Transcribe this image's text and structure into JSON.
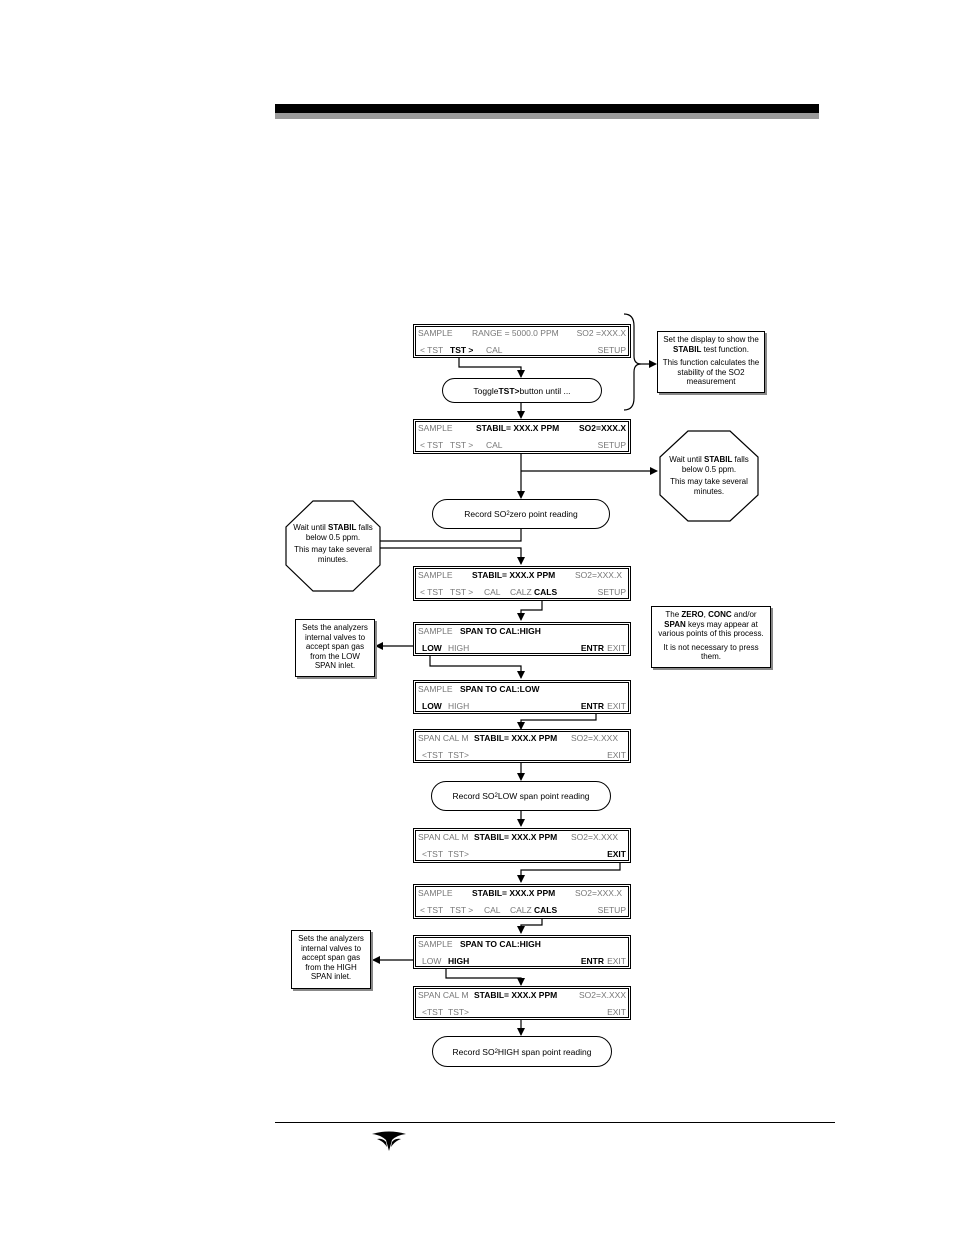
{
  "screens": {
    "s1": {
      "l1a": "SAMPLE",
      "l1b": "RANGE = 5000.0 PPM",
      "l1c": "SO2 =XXX.X",
      "l2a": "< TST",
      "l2b": "TST >",
      "l2c": "CAL",
      "l2d": "SETUP"
    },
    "s2": {
      "l1a": "SAMPLE",
      "l1b": "STABIL= XXX.X PPM",
      "l1c": "SO2=XXX.X",
      "l2a": "< TST",
      "l2b": "TST >",
      "l2c": "CAL",
      "l2d": "SETUP"
    },
    "s3": {
      "l1a": "SAMPLE",
      "l1b": "STABIL= XXX.X PPM",
      "l1c": "SO2=XXX.X",
      "l2a": "< TST",
      "l2b": "TST >",
      "l2c": "CAL",
      "l2d": "CALZ",
      "l2e": "CALS",
      "l2f": "SETUP"
    },
    "s4": {
      "l1a": "SAMPLE",
      "l1b": "SPAN  TO CAL:HIGH",
      "l2a": "LOW",
      "l2b": "HIGH",
      "l2c": "ENTR",
      "l2d": "EXIT"
    },
    "s5": {
      "l1a": "SAMPLE",
      "l1b": "SPAN  TO CAL:LOW",
      "l2a": "LOW",
      "l2b": "HIGH",
      "l2c": "ENTR",
      "l2d": "EXIT"
    },
    "s6": {
      "l1a": "SPAN CAL M",
      "l1b": "STABIL= XXX.X PPM",
      "l1c": "SO2=X.XXX",
      "l2a": "<TST",
      "l2b": "TST>",
      "l2c": "EXIT"
    },
    "s7": {
      "l1a": "SPAN CAL M",
      "l1b": "STABIL= XXX.X PPM",
      "l1c": "SO2=X.XXX",
      "l2a": "<TST",
      "l2b": "TST>",
      "l2c": "EXIT"
    },
    "s8": {
      "l1a": "SAMPLE",
      "l1b": "STABIL= XXX.X PPM",
      "l1c": "SO2=XXX.X",
      "l2a": "< TST",
      "l2b": "TST >",
      "l2c": "CAL",
      "l2d": "CALZ",
      "l2e": "CALS",
      "l2f": "SETUP"
    },
    "s9": {
      "l1a": "SAMPLE",
      "l1b": "SPAN  TO CAL:HIGH",
      "l2a": "LOW",
      "l2b": "HIGH",
      "l2c": "ENTR",
      "l2d": "EXIT"
    },
    "s10": {
      "l1a": "SPAN CAL M",
      "l1b": "STABIL= XXX.X PPM",
      "l1c": "SO2=X.XXX",
      "l2a": "<TST",
      "l2b": "TST>",
      "l2c": "EXIT"
    }
  },
  "actions": {
    "toggle": {
      "pre": "Toggle ",
      "bold": "TST>",
      "post": " button until ..."
    },
    "zero": {
      "pre": "Record SO",
      "sub": "2",
      "post": " zero point reading"
    },
    "low": {
      "pre": "Record SO",
      "sub": "2",
      "post": " LOW span point reading"
    },
    "high": {
      "pre": "Record SO",
      "sub": "2",
      "post": " HIGH span point reading"
    }
  },
  "notes": {
    "display": {
      "p1a": "Set the display to show the ",
      "p1b": "STABIL",
      "p1c": " test function.",
      "p2": "This function calculates the stability of the SO2 measurement"
    },
    "wait_right": {
      "p1a": "Wait until ",
      "p1b": "STABIL",
      "p1c": " falls below 0.5 ppm.",
      "p2": "This may take several minutes."
    },
    "wait_left": {
      "p1a": "Wait until ",
      "p1b": "STABIL",
      "p1c": " falls below 0.5 ppm.",
      "p2": "This may take several minutes."
    },
    "valves_low": "Sets the analyzers internal valves to accept span gas from the LOW SPAN inlet.",
    "valves_high": "Sets the analyzers internal valves to accept span gas from the HIGH SPAN inlet.",
    "keys": {
      "b1": "ZERO",
      "t1": ", ",
      "b2": "CONC",
      "t2": " and/or ",
      "b3": "SPAN",
      "t3": " keys may appear at various points of this process.",
      "pre": "The ",
      "p2": "It is not necessary to press them."
    }
  },
  "colors": {
    "lcd_dim": "#777777",
    "rule": "#000000",
    "rule_shadow": "#9a9a9a"
  },
  "icons": {
    "logo": "teledyne-logo-icon"
  }
}
